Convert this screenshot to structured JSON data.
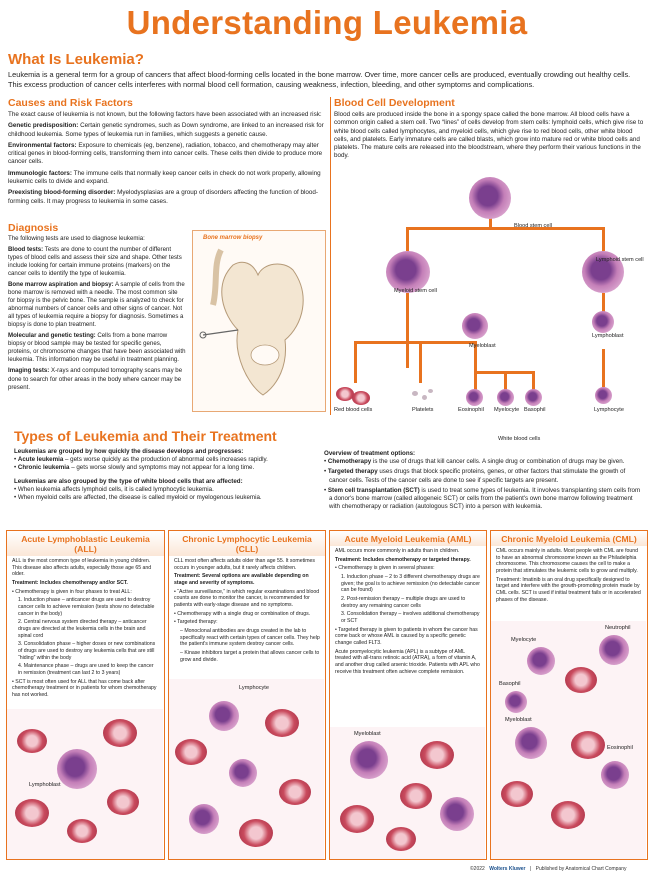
{
  "title": "Understanding Leukemia",
  "what_is": {
    "heading": "What Is Leukemia?",
    "text": "Leukemia is a general term for a group of cancers that affect blood-forming cells located in the bone marrow. Over time, more cancer cells are produced, eventually crowding out healthy cells. This excess production of cancer cells interferes with normal blood cell formation, causing weakness, infection, bleeding, and other symptoms and complications."
  },
  "causes": {
    "heading": "Causes and Risk Factors",
    "intro": "The exact cause of leukemia is not known, but the following factors have been associated with an increased risk:",
    "items": [
      {
        "term": "Genetic predisposition:",
        "text": " Certain genetic syndromes, such as Down syndrome, are linked to an increased risk for childhood leukemia. Some types of leukemia run in families, which suggests a genetic cause."
      },
      {
        "term": "Environmental factors:",
        "text": " Exposure to chemicals (eg, benzene), radiation, tobacco, and chemotherapy may alter critical genes in blood-forming cells, transforming them into cancer cells. These cells then divide to produce more cancer cells."
      },
      {
        "term": "Immunologic factors:",
        "text": " The immune cells that normally keep cancer cells in check do not work properly, allowing leukemic cells to divide and expand."
      },
      {
        "term": "Preexisting blood-forming disorder:",
        "text": " Myelodysplasias are a group of disorders affecting the function of blood-forming cells. It may progress to leukemia in some cases."
      }
    ]
  },
  "diagnosis": {
    "heading": "Diagnosis",
    "intro": "The following tests are used to diagnose leukemia:",
    "items": [
      {
        "term": "Blood tests:",
        "text": " Tests are done to count the number of different types of blood cells and assess their size and shape. Other tests include looking for certain immune proteins (markers) on the cancer cells to identify the type of leukemia."
      },
      {
        "term": "Bone marrow aspiration and biopsy:",
        "text": " A sample of cells from the bone marrow is removed with a needle. The most common site for biopsy is the pelvic bone. The sample is analyzed to check for abnormal numbers of cancer cells and other signs of cancer. Not all types of leukemia require a biopsy for diagnosis. Sometimes a biopsy is done to plan treatment."
      },
      {
        "term": "Molecular and genetic testing:",
        "text": " Cells from a bone marrow biopsy or blood sample may be tested for specific genes, proteins, or chromosome changes that have been associated with leukemia. This information may be useful in treatment planning."
      },
      {
        "term": "Imaging tests:",
        "text": " X-rays and computed tomography scans may be done to search for other areas in the body where cancer may be present."
      }
    ],
    "figure_label": "Bone marrow biopsy"
  },
  "blood_dev": {
    "heading": "Blood Cell Development",
    "text": "Blood cells are produced inside the bone in a spongy space called the bone marrow. All blood cells have a common origin called a stem cell. Two “lines” of cells develop from stem cells: lymphoid cells, which give rise to white blood cells called lymphocytes, and myeloid cells, which give rise to red blood cells, other white blood cells, and platelets. Early immature cells are called blasts, which grow into mature red or white blood cells and platelets. The mature cells are released into the bloodstream, where they perform their various functions in the body.",
    "labels": {
      "stem": "Blood stem cell",
      "myeloid": "Myeloid stem cell",
      "lymphoid": "Lymphoid stem cell",
      "myeloblast": "Myeloblast",
      "lymphoblast": "Lymphoblast",
      "rbc": "Red blood cells",
      "platelets": "Platelets",
      "eosinophil": "Eosinophil",
      "myelocyte": "Myelocyte",
      "basophil": "Basophil",
      "lymphocyte": "Lymphocyte",
      "wbc": "White blood cells"
    }
  },
  "types": {
    "heading": "Types of Leukemia and Their Treatment",
    "grouped_speed": "Leukemias are grouped by how quickly the disease develops and progresses:",
    "speed_items": [
      {
        "term": "Acute leukemia",
        "text": " – gets worse quickly as the production of abnormal cells increases rapidly."
      },
      {
        "term": "Chronic leukemia",
        "text": " – gets worse slowly and symptoms may not appear for a long time."
      }
    ],
    "grouped_type": "Leukemias are also grouped by the type of white blood cells that are affected:",
    "type_items": [
      "When leukemia affects lymphoid cells, it is called lymphocytic leukemia.",
      "When myeloid cells are affected, the disease is called myeloid or myelogenous leukemia."
    ],
    "overview_heading": "Overview of treatment options:",
    "overview_items": [
      {
        "term": "Chemotherapy",
        "text": " is the use of drugs that kill cancer cells. A single drug or combination of drugs may be given."
      },
      {
        "term": "Targeted therapy",
        "text": " uses drugs that block specific proteins, genes, or other factors that stimulate the growth of cancer cells. Tests of the cancer cells are done to see if specific targets are present."
      },
      {
        "term": "Stem cell transplantation (SCT)",
        "text": " is used to treat some types of leukemia. It involves transplanting stem cells from a donor's bone marrow (called allogeneic SCT) or cells from the patient's own bone marrow following treatment with chemotherapy or radiation (autologous SCT) into a person with leukemia."
      }
    ]
  },
  "boxes": {
    "all": {
      "title": "Acute Lymphoblastic Leukemia (ALL)",
      "p1": "ALL is the most common type of leukemia in young children. This disease also affects adults, especially those age 65 and older.",
      "treat": "Treatment: Includes chemotherapy and/or SCT.",
      "chemo": "• Chemotherapy is given in four phases to treat ALL:",
      "phases": [
        "1. Induction phase – anticancer drugs are used to destroy cancer cells to achieve remission (tests show no detectable cancer in the body)",
        "2. Central nervous system directed therapy – anticancer drugs are directed at the leukemia cells in the brain and spinal cord",
        "3. Consolidation phase – higher doses or new combinations of drugs are used to destroy any leukemia cells that are still “hiding” within the body",
        "4. Maintenance phase – drugs are used to keep the cancer in remission (treatment can last 2 to 3 years)"
      ],
      "sct": "• SCT is most often used for ALL that has come back after chemotherapy treatment or in patients for whom chemotherapy has not worked.",
      "cell_label": "Lymphoblast"
    },
    "cll": {
      "title": "Chronic Lymphocytic Leukemia (CLL)",
      "p1": "CLL most often affects adults older than age 55. It sometimes occurs in younger adults, but it rarely affects children.",
      "treat": "Treatment: Several options are available depending on stage and severity of symptoms.",
      "items": [
        "• “Active surveillance,” in which regular examinations and blood counts are done to monitor the cancer, is recommended for patients with early-stage disease and no symptoms.",
        "• Chemotherapy with a single drug or combination of drugs.",
        "• Targeted therapy:",
        "– Monoclonal antibodies are drugs created in the lab to specifically react with certain types of cancer cells. They help the patient's immune system destroy cancer cells.",
        "– Kinase inhibitors target a protein that allows cancer cells to grow and divide."
      ],
      "cell_label": "Lymphocyte"
    },
    "aml": {
      "title": "Acute Myeloid Leukemia (AML)",
      "p1": "AML occurs more commonly in adults than in children.",
      "treat": "Treatment: Includes chemotherapy or targeted therapy.",
      "chemo": "• Chemotherapy is given in several phases:",
      "phases": [
        "1. Induction phase – 2 to 3 different chemotherapy drugs are given; the goal is to achieve remission (no detectable cancer can be found)",
        "2. Post-remission therapy – multiple drugs are used to destroy any remaining cancer cells",
        "3. Consolidation therapy – involves additional chemotherapy or SCT"
      ],
      "targeted": "• Targeted therapy is given to patients in whom the cancer has come back or whose AML is caused by a specific genetic change called FLT3.",
      "apl": "Acute promyelocytic leukemia (APL) is a subtype of AML treated with all-trans retinoic acid (ATRA), a form of vitamin A, and another drug called arsenic trioxide. Patients with APL who receive this treatment often achieve complete remission.",
      "cell_label": "Myeloblast"
    },
    "cml": {
      "title": "Chronic Myeloid Leukemia (CML)",
      "p1": "CML occurs mainly in adults. Most people with CML are found to have an abnormal chromosome known as the Philadelphia chromosome. This chromosome causes the cell to make a protein that stimulates the leukemic cells to grow and multiply.",
      "treat": "Treatment: Imatinib is an oral drug specifically designed to target and interfere with the growth-promoting protein made by CML cells. SCT is used if initial treatment fails or in accelerated phases of the disease.",
      "labels": [
        "Myelocyte",
        "Neutrophil",
        "Basophil",
        "Myeloblast",
        "Eosinophil"
      ]
    }
  },
  "footer": {
    "copyright": "©2022",
    "brand": "Wolters Kluwer",
    "publisher": "Published by Anatomical Chart Company"
  },
  "colors": {
    "accent": "#e8731f",
    "rbc": "#c94b5e",
    "wbc": "#b364a6"
  }
}
